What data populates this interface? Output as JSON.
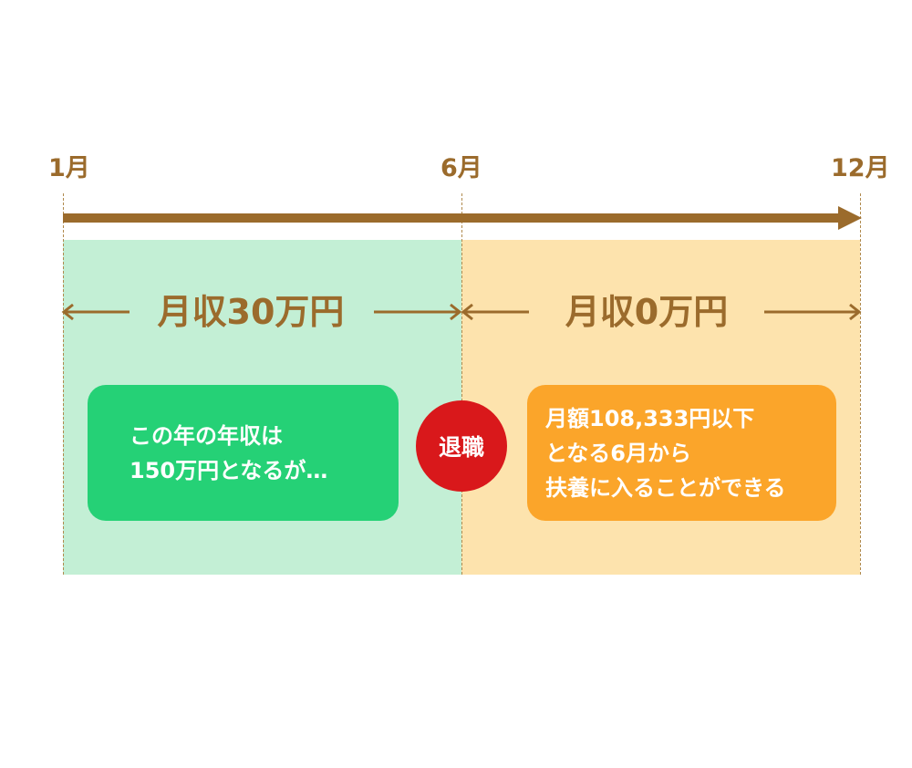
{
  "timeline": {
    "ticks": [
      "1月",
      "6月",
      "12月"
    ],
    "colors": {
      "arrow": "#9b6b2c",
      "green_zone": "#c3efd5",
      "orange_zone": "#fde3ad"
    }
  },
  "periods": [
    {
      "income": "月収30万円"
    },
    {
      "income": "月収0万円"
    }
  ],
  "notes": {
    "green": {
      "lines": [
        "この年の年収は",
        "150万円となるが…"
      ],
      "color": "#25d176"
    },
    "orange": {
      "lines": [
        "月額108,333円以下",
        "となる6月から",
        "扶養に入ることができる"
      ],
      "color": "#fba52a"
    }
  },
  "event": {
    "label": "退職",
    "color": "#d9181b"
  }
}
